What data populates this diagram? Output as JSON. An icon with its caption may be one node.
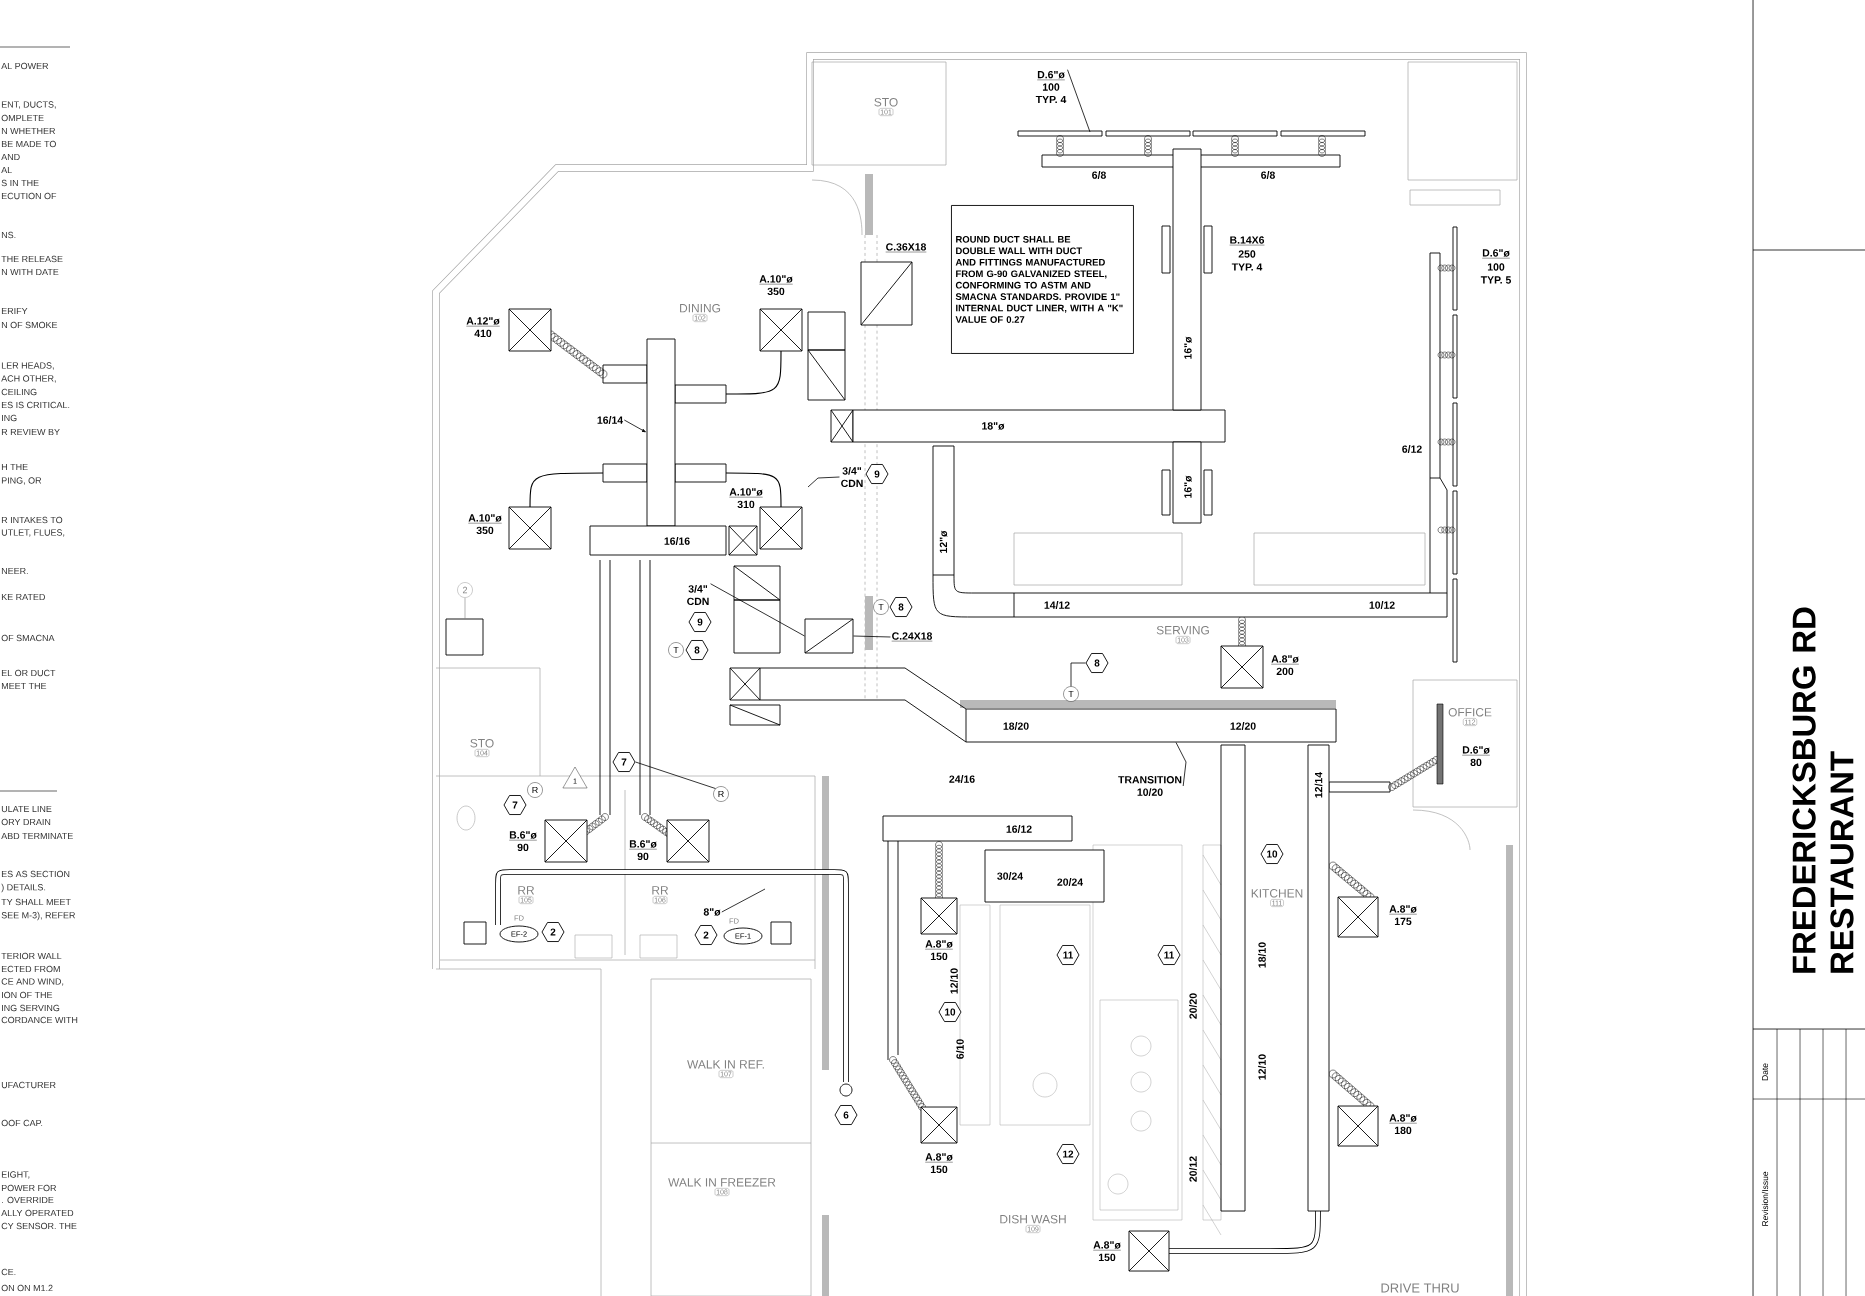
{
  "diagram": {
    "title": "FREDERICKSBURG RD RESTAURANT",
    "nodes": [
      {
        "text": [
          "STO",
          "101"
        ]
      },
      {
        "text": [],
        "shape": "box",
        "beside": [
          "C.36X18"
        ]
      },
      {
        "text": [],
        "shape": "box",
        "beside": [
          "A.10\"ø",
          "350"
        ]
      },
      {
        "text": [
          "DINING",
          "102"
        ]
      },
      {
        "text": [
          "ROUND DUCT SHALL BE DOUBLE WALL WITH DUCT AND FITTINGS MANUFACTURED FROM G-90 GALVANIZED STEEL, CONFORMING TO ASTM AND SMACNA STANDARDS. PROVIDE 1\" INTERNAL DUCT LINER, WITH A \"K\" VALUE OF 0.27"
        ]
      },
      {
        "text": [
          "D.6\"ø",
          "100",
          "TYP. 4"
        ]
      },
      {
        "text": [],
        "shape": "box",
        "beside": [
          "A.12\"ø",
          "410"
        ]
      },
      {
        "text": [
          "16/14"
        ]
      },
      {
        "text": [],
        "shape": "box"
      },
      {
        "text": [
          "18\"ø"
        ]
      },
      {
        "text": [
          "16\"ø"
        ]
      },
      {
        "text": [
          "16\"ø"
        ]
      },
      {
        "text": [],
        "shape": "box",
        "beside": [
          "A.10\"ø",
          "350"
        ]
      },
      {
        "text": [],
        "shape": "box",
        "beside": [
          "A.10\"ø",
          "310"
        ]
      },
      {
        "text": [
          "16/16"
        ]
      },
      {
        "text": [
          "3/4\"",
          "CDN"
        ]
      },
      {
        "text": [
          "9"
        ]
      },
      {
        "text": [
          "12\"ø"
        ]
      },
      {
        "text": [
          "14/12",
          "10/12"
        ]
      },
      {
        "text": [
          "SERVING",
          "103"
        ]
      },
      {
        "text": [
          "3/4\"",
          "CDN"
        ]
      },
      {
        "text": [
          "9"
        ]
      },
      {
        "text": [],
        "shape": "box"
      },
      {
        "text": [
          "C.24X18"
        ]
      },
      {
        "text": [
          "T"
        ]
      },
      {
        "text": [
          "8"
        ]
      },
      {
        "text": [
          "T"
        ]
      },
      {
        "text": [
          "8"
        ]
      },
      {
        "text": [
          "2"
        ]
      },
      {
        "text": [
          "8"
        ]
      },
      {
        "text": [
          "T"
        ]
      },
      {
        "text": [],
        "shape": "box",
        "beside": [
          "A.8\"ø",
          "200"
        ]
      },
      {
        "text": [
          "18/20",
          "12/20"
        ]
      },
      {
        "text": [
          "OFFICE",
          "112"
        ]
      },
      {
        "text": [],
        "shape": "bar",
        "beside": [
          "D.6\"ø",
          "80"
        ]
      },
      {
        "text": [
          "STO",
          "104"
        ]
      },
      {
        "text": [
          "1"
        ]
      },
      {
        "text": [
          "7"
        ]
      },
      {
        "text": [
          "R"
        ]
      },
      {
        "text": [
          "7"
        ]
      },
      {
        "text": [
          "R"
        ]
      },
      {
        "text": [
          "TRANSITION",
          "10/20"
        ]
      },
      {
        "text": [
          "16/12"
        ]
      },
      {
        "text": [
          "30/24",
          "20/24"
        ]
      },
      {
        "text": [
          "12/14"
        ]
      },
      {
        "text": [],
        "shape": "box",
        "beside": [
          "B.6\"ø",
          "90"
        ]
      },
      {
        "text": [],
        "shape": "box",
        "beside": [
          "B.6\"ø",
          "90"
        ]
      },
      {
        "text": [
          "RR",
          "105"
        ]
      },
      {
        "text": [
          "RR",
          "106"
        ]
      },
      {
        "text": [
          "10"
        ]
      },
      {
        "text": [
          "KITCHEN",
          "111"
        ]
      },
      {
        "text": [],
        "shape": "box",
        "beside": [
          "A.8\"ø",
          "175"
        ]
      },
      {
        "text": [
          "8\"ø"
        ]
      },
      {
        "text": [
          "EF-2"
        ]
      },
      {
        "text": [
          "2"
        ]
      },
      {
        "text": [
          "2"
        ]
      },
      {
        "text": [
          "EF-1"
        ]
      },
      {
        "text": [],
        "shape": "box",
        "beside": [
          "A.8\"ø",
          "150"
        ]
      },
      {
        "text": [
          "11"
        ]
      },
      {
        "text": [
          "11"
        ]
      },
      {
        "text": [
          "10"
        ]
      },
      {
        "text": [],
        "shape": "box",
        "beside": [
          "A.8\"ø",
          "180"
        ]
      },
      {
        "text": [
          "WALK IN REF.",
          "107"
        ]
      },
      {
        "text": [
          "6"
        ]
      },
      {
        "text": [],
        "shape": "box",
        "beside": [
          "A.8\"ø",
          "150"
        ]
      },
      {
        "text": [
          "12"
        ]
      },
      {
        "text": [
          "WALK IN FREEZER",
          "108"
        ]
      },
      {
        "text": [
          "DISH WASH",
          "109"
        ]
      },
      {
        "text": [],
        "shape": "box",
        "beside": [
          "A.8\"ø",
          "150"
        ]
      }
    ],
    "edges": [
      {
        "from": 5,
        "to": null,
        "arrow": "none"
      },
      {
        "from": 7,
        "to": 8,
        "arrow": "to"
      },
      {
        "from": 15,
        "to": null,
        "arrow": "none"
      },
      {
        "from": 20,
        "to": 22,
        "arrow": "none"
      },
      {
        "from": 23,
        "to": 22,
        "arrow": "none"
      },
      {
        "from": 29,
        "to": 30,
        "arrow": "none"
      },
      {
        "from": 37,
        "to": 38,
        "arrow": "none"
      },
      {
        "from": 41,
        "to": 32,
        "arrow": "none"
      },
      {
        "from": 52,
        "to": null,
        "arrow": "none"
      }
    ],
    "labels": [
      "AL POWER",
      "ENT, DUCTS,",
      "OMPLETE",
      "N WHETHER",
      "BE MADE TO",
      "AND",
      "AL",
      "S IN THE",
      "ECUTION OF",
      "NS.",
      "THE RELEASE",
      "N WITH DATE",
      "ERIFY",
      "N OF SMOKE",
      "LER HEADS,",
      "ACH OTHER,",
      "CEILING",
      "ES IS CRITICAL.",
      "ING",
      "R REVIEW BY",
      "H THE",
      "PING, OR",
      "R INTAKES TO",
      "UTLET, FLUES,",
      "NEER.",
      "KE RATED",
      "OF SMACNA",
      "EL OR DUCT",
      "MEET THE",
      "ULATE LINE",
      "ORY DRAIN",
      "ABD TERMINATE",
      "ES AS SECTION",
      ") DETAILS.",
      "TY SHALL MEET",
      "SEE M-3), REFER",
      "TERIOR WALL",
      "ECTED FROM",
      "CE AND WIND,",
      "ION OF THE",
      "ING SERVING",
      "CORDANCE WITH",
      "UFACTURER",
      "OOF CAP.",
      "EIGHT,",
      "POWER FOR",
      ". OVERRIDE",
      "ALLY OPERATED",
      "CY SENSOR. THE",
      "CE.",
      "ON ON M1.2",
      "6/8",
      "6/8",
      "B.14X6",
      "250",
      "TYP. 4",
      "D.6\"ø",
      "100",
      "TYP. 5",
      "6/12",
      "24/16",
      "18/10",
      "FD",
      "FD",
      "12/10",
      "20/20",
      "6/10",
      "12/10",
      "20/12",
      "DRIVE THRU",
      "Date",
      "Revision/Issue"
    ]
  }
}
